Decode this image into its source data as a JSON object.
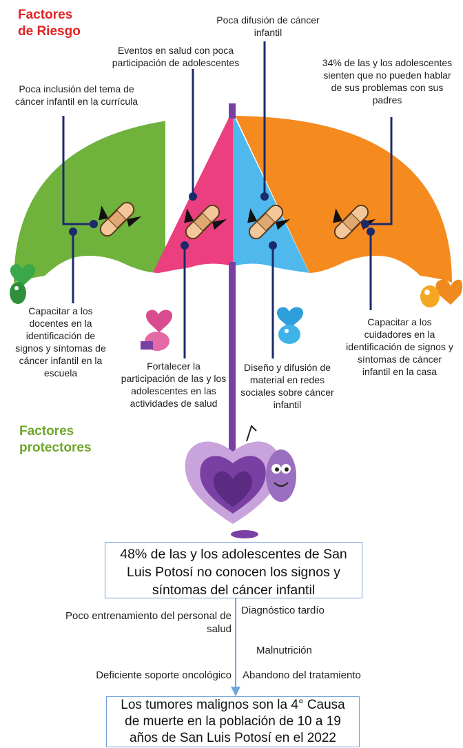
{
  "headings": {
    "risk": "Factores de Riesgo",
    "protective": "Factores protectores"
  },
  "colors": {
    "risk_heading": "#e02323",
    "protective_heading": "#6ea62b",
    "panel_green": "#6fb23c",
    "panel_pink": "#ec3f80",
    "panel_blue": "#4fb9ee",
    "panel_orange": "#f58a1f",
    "shaft": "#7a3fa3",
    "connector": "#1b2a6b",
    "box_border": "#6f9fd8",
    "arrow": "#6fa6e0"
  },
  "risk_factors": [
    {
      "text": "Poca inclusión del tema de cáncer infantil en la currícula"
    },
    {
      "text": "Eventos en salud con poca participación de adolescentes"
    },
    {
      "text": "Poca difusión de cáncer infantil"
    },
    {
      "text": "34% de las y los adolescentes sienten que no pueden hablar de sus problemas con sus padres"
    }
  ],
  "protective_factors": [
    {
      "text": "Capacitar a los docentes en la identificación de signos y síntomas de cáncer infantil en la escuela"
    },
    {
      "text": "Fortalecer la participación de las y los adolescentes en las actividades de salud"
    },
    {
      "text": "Diseño y difusión de material en redes sociales sobre cáncer infantil"
    },
    {
      "text": "Capacitar a los cuidadores en la identificación de signos y síntomas de cáncer infantil en la casa"
    }
  ],
  "center_box": {
    "text": "48% de las y los adolescentes de San Luis Potosí no conocen los signos y síntomas del cáncer infantil"
  },
  "causes_left": [
    {
      "text": "Poco entrenamiento del personal de salud"
    },
    {
      "text": "Deficiente soporte oncológico"
    }
  ],
  "causes_right": [
    {
      "text": "Diagnóstico tardío"
    },
    {
      "text": "Malnutrición"
    },
    {
      "text": "Abandono del tratamiento"
    }
  ],
  "bottom_box": {
    "text": "Los tumores malignos son la 4° Causa de muerte en la población de 10 a 19 años de San Luis Potosí en el 2022"
  }
}
